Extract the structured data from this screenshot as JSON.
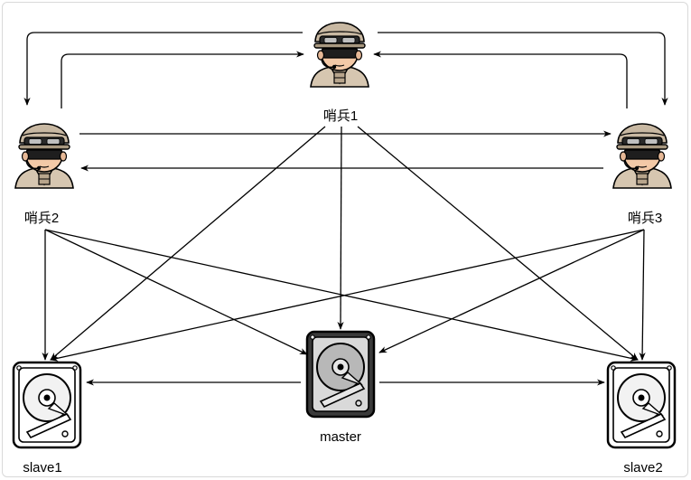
{
  "diagram": {
    "sentinels": [
      {
        "id": "s1",
        "label": "哨兵1"
      },
      {
        "id": "s2",
        "label": "哨兵2"
      },
      {
        "id": "s3",
        "label": "哨兵3"
      }
    ],
    "servers": [
      {
        "id": "slave1",
        "label": "slave1",
        "role": "slave"
      },
      {
        "id": "master",
        "label": "master",
        "role": "master"
      },
      {
        "id": "slave2",
        "label": "slave2",
        "role": "slave"
      }
    ],
    "colors": {
      "line": "#000000",
      "helmet": "#c8b8a2",
      "helmet_dark": "#a89880",
      "skin": "#f3c9a7",
      "goggles": "#1e1e1e",
      "uniform": "#d6c6b0",
      "master_fill": "#333333",
      "slave_fill": "#ffffff"
    }
  }
}
